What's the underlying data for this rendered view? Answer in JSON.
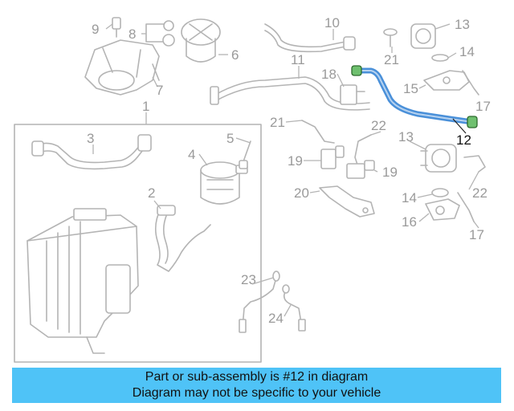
{
  "diagram": {
    "callouts": [
      "1",
      "2",
      "3",
      "4",
      "5",
      "6",
      "7",
      "8",
      "9",
      "10",
      "11",
      "12",
      "13",
      "13",
      "14",
      "14",
      "15",
      "16",
      "17",
      "17",
      "18",
      "19",
      "19",
      "20",
      "21",
      "21",
      "22",
      "22",
      "23",
      "24"
    ],
    "highlighted_part": "12",
    "highlight_color": "#4a90d9"
  },
  "banner": {
    "line1": "Part or sub-assembly is #12 in diagram",
    "line2": "Diagram may not be specific to your vehicle",
    "background": "#4fc3f7"
  }
}
